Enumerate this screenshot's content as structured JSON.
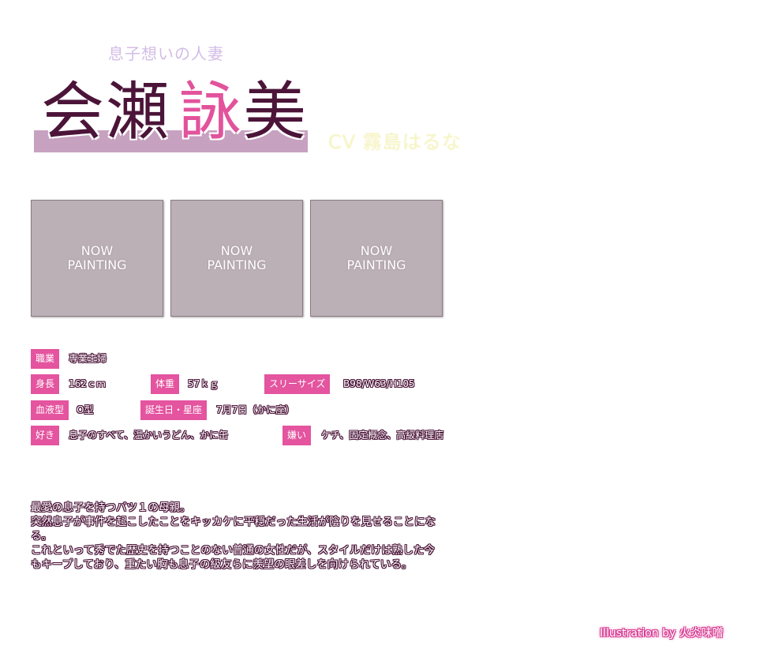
{
  "header": {
    "catchphrase": "息子想いの人妻",
    "name_surname": "会瀬",
    "name_first_1": "詠",
    "name_first_2": "美",
    "cv": "CV 霧島はるな"
  },
  "thumbnails": [
    {
      "line1": "NOW",
      "line2": "PAINTING"
    },
    {
      "line1": "NOW",
      "line2": "PAINTING"
    },
    {
      "line1": "NOW",
      "line2": "PAINTING"
    }
  ],
  "profile": {
    "occupation_label": "職業",
    "occupation": "専業主婦",
    "height_label": "身長",
    "height": "162ｃｍ",
    "weight_label": "体重",
    "weight": "57ｋｇ",
    "sizes_label": "スリーサイズ",
    "sizes": "B98/W63/H105",
    "blood_label": "血液型",
    "blood": "O型",
    "birthday_label": "誕生日・星座",
    "birthday": "7月7日（かに座）",
    "likes_label": "好き",
    "likes": "息子のすべて、温かいうどん、かに缶",
    "dislikes_label": "嫌い",
    "dislikes": "ケチ、固定概念、高級料理店"
  },
  "description": {
    "p1": "最愛の息子を持つバツ１の母親。",
    "p2": "突然息子が事件を起こしたことをキッカケに平穏だった生活が陰りを見せることになる。",
    "p3": "これといって秀でた歴史を持つことのない普通の女性だが、スタイルだけは熟した今もキープしており、重たい胸も息子の級友らに羨望の眼差しを向けられている。"
  },
  "credit": "Illustration by 火炎味噌",
  "colors": {
    "accent_pink": "#e4549f",
    "name_dark": "#4b1438",
    "thumb_bg": "#bcb0b7"
  }
}
